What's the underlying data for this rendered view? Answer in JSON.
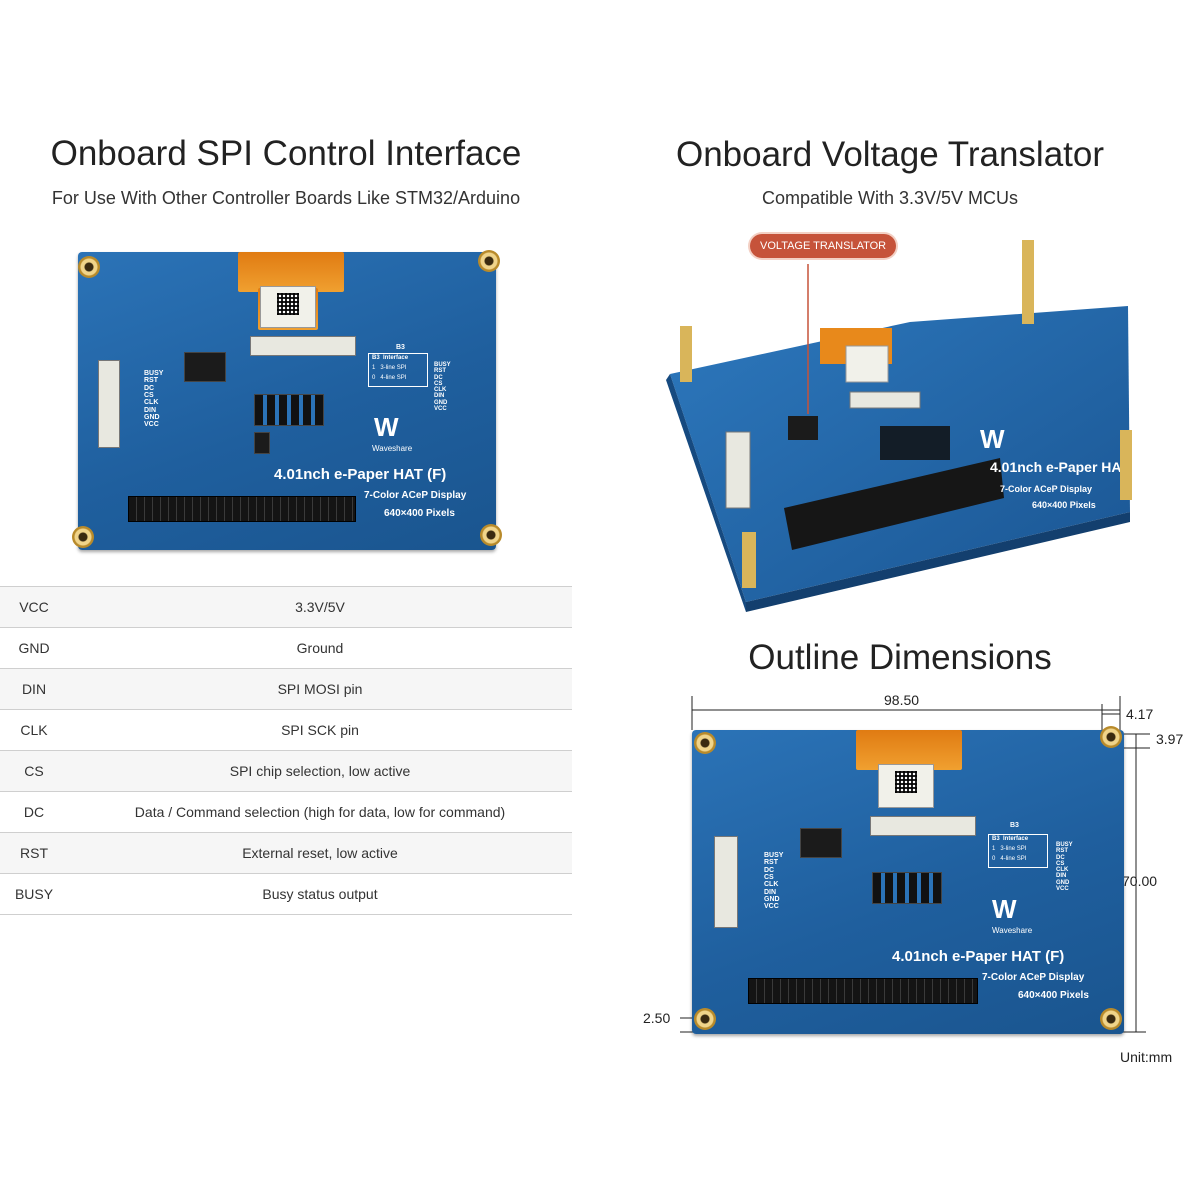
{
  "left_section": {
    "title": "Onboard SPI Control Interface",
    "subtitle": "For Use With Other Controller Boards Like STM32/Arduino"
  },
  "right_section": {
    "title": "Onboard Voltage Translator",
    "subtitle": "Compatible With 3.3V/5V MCUs",
    "callout": "VOLTAGE TRANSLATOR"
  },
  "dimensions_section": {
    "title": "Outline Dimensions",
    "width": "98.50",
    "height": "70.00",
    "hole_offset_x": "4.17",
    "hole_offset_y": "3.97",
    "hole_offset_bottom": "2.50",
    "unit": "Unit:mm"
  },
  "board": {
    "name": "4.01nch e-Paper HAT (F)",
    "line2": "7-Color ACeP Display",
    "line3": "640×400 Pixels",
    "brand": "Waveshare",
    "jumper": "B3",
    "interface_table": {
      "header": [
        "B3",
        "Interface"
      ],
      "rows": [
        [
          "1",
          "3-line SPI"
        ],
        [
          "0",
          "4-line SPI"
        ]
      ]
    },
    "pin_labels": [
      "BUSY",
      "RST",
      "DC",
      "CS",
      "CLK",
      "DIN",
      "GND",
      "VCC"
    ]
  },
  "pin_table": [
    {
      "pin": "VCC",
      "desc": "3.3V/5V"
    },
    {
      "pin": "GND",
      "desc": "Ground"
    },
    {
      "pin": "DIN",
      "desc": "SPI MOSI pin"
    },
    {
      "pin": "CLK",
      "desc": "SPI SCK pin"
    },
    {
      "pin": "CS",
      "desc": "SPI chip selection, low active"
    },
    {
      "pin": "DC",
      "desc": "Data / Command selection (high for data, low for command)"
    },
    {
      "pin": "RST",
      "desc": "External reset, low active"
    },
    {
      "pin": "BUSY",
      "desc": "Busy status output"
    }
  ]
}
